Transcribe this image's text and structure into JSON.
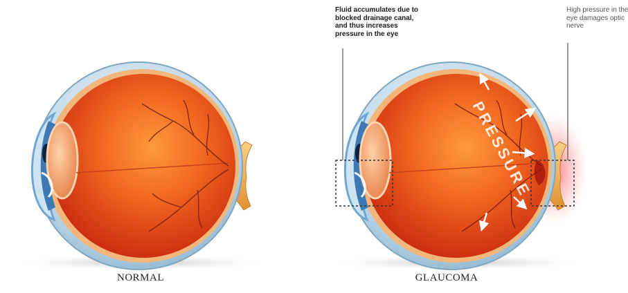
{
  "labels": {
    "normal": "NORMAL",
    "glaucoma": "GLAUCOMA"
  },
  "annotations": {
    "drainage": "Fluid accumulates due to\nblocked drainage canal,\nand thus increases\npressure in the eye",
    "nerve": "High pressure in the\neye damages optic\nnerve"
  },
  "pressure_word": "PRESSURE",
  "colors": {
    "sclera": "#a9cbe0",
    "eye_interior": "#e94a1c",
    "eye_highlight": "#ff9a3c",
    "vessels": "#7a1b10",
    "optic_nerve": "#f3b25a",
    "lens": "#f2a066",
    "cornea": "#6fa7d4",
    "damage_glow": "#ff6b6b",
    "arrows": "#ffffff",
    "dashed_box": "#333333"
  }
}
